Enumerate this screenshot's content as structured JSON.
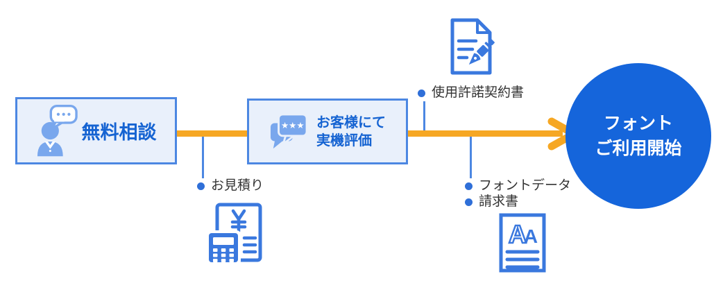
{
  "diagram": {
    "type": "process-flow",
    "steps": {
      "step1": {
        "label": "無料相談",
        "icon": "consultant-person-icon"
      },
      "step2": {
        "line1": "お客様にて",
        "line2": "実機評価",
        "icon": "chat-bubbles-stars-icon"
      },
      "goal": {
        "line1": "フォント",
        "line2": "ご利用開始"
      }
    },
    "annotations": {
      "estimate": {
        "label": "お見積り",
        "icon": "calculator-estimate-icon"
      },
      "license": {
        "label": "使用許諾契約書",
        "icon": "contract-signing-pen-icon"
      },
      "font_data": {
        "label": "フォントデータ"
      },
      "invoice": {
        "label": "請求書",
        "icon": "font-specimen-document-icon"
      }
    },
    "colors": {
      "arrow_orange": "#F6A723",
      "box_border_blue": "#4C87E2",
      "box_fill_light_blue": "#E9F0FB",
      "box_text_blue": "#1563D2",
      "goal_circle_blue": "#1565DB",
      "outline_icon_blue": "#3A78DE",
      "filled_icon_blue": "#79A7ED",
      "bullet_blue": "#2F6FD8",
      "annotation_text": "#333333"
    }
  }
}
